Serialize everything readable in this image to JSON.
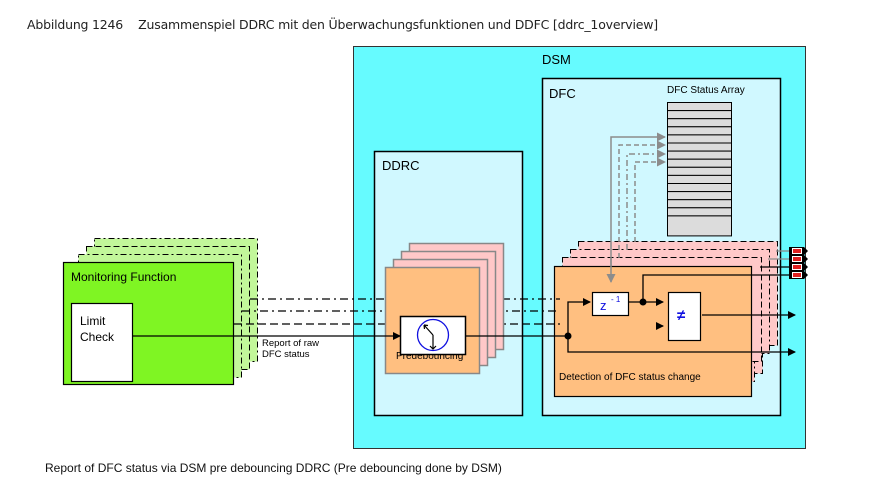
{
  "figure": {
    "title_number": "Abbildung 1246",
    "title_text": "Zusammenspiel DDRC mit den Überwachungsfunktionen und DDFC [ddrc_1overview]",
    "caption": "Report of DFC status via DSM pre debouncing DDRC (Pre debouncing done by DSM)"
  },
  "diagram": {
    "monitoring_function": {
      "label": "Monitoring Function",
      "limit_check_line1": "Limit",
      "limit_check_line2": "Check",
      "stack_count": 4
    },
    "report_label_line1": "Report of raw",
    "report_label_line2": "DFC status",
    "dsm": {
      "label": "DSM",
      "ddrc": {
        "label": "DDRC",
        "predebouncing_label": "Predebouncing",
        "stack_count": 4,
        "icon": "clock-icon"
      },
      "dfc": {
        "label": "DFC",
        "status_array_label": "DFC Status Array",
        "status_array_rows": 14,
        "detection_label": "Detection of DFC status change",
        "delay_block_label": "z",
        "delay_block_exponent": "- 1",
        "compare_symbol": "≠",
        "stack_count": 4,
        "event_outputs": 4
      }
    },
    "colors": {
      "dsm_fill": "#66FBFF",
      "inner_fill": "#D0F8FF",
      "monitoring_fill": "#7FF523",
      "monitoring_shadow": "#C2F79A",
      "orange_fill": "#FFBF80",
      "pink_fill": "#FFC8C8",
      "array_fill": "#DCDCDC",
      "gray_arrow": "#8C8C8C",
      "blue_symbol": "#1010E0"
    }
  }
}
